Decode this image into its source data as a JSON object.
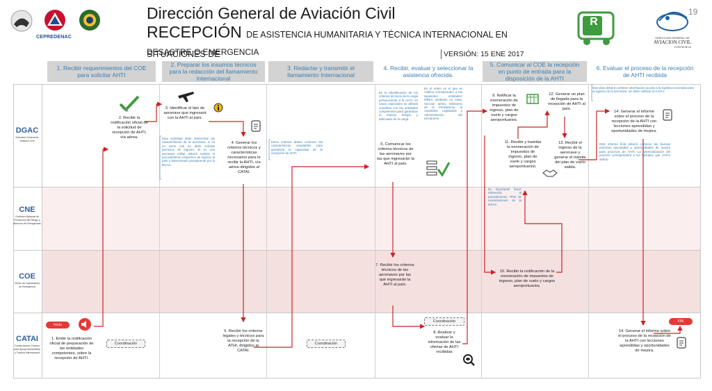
{
  "header": {
    "page_number": "19",
    "title": "Dirección General de Aviación Civil",
    "subtitle_big": "RECEPCIÓN",
    "subtitle_small": "DE ASISTENCIA HUMANITARIA Y TÉCNICA INTERNACIONAL EN SITUACIONES DE",
    "subtitle_line2": "DESASTRE O EMERGENCIA",
    "version": "VERSIÓN: 15 ENE 2017",
    "logo_cepredenac": "CEPREDENAC",
    "logo_right_line1": "DIRECCION GENERAL DE",
    "logo_right_line2": "AVIACION CIVIL",
    "logo_right_line3": "COSTA RICA",
    "r_icon_letter": "R"
  },
  "columns": [
    "1. Recibir requerimientos del COE para solicitar AHTI",
    "2. Preparar los insumos técnicos para la redacción del llamamiento Internacional",
    "3. Redactar y transmitir el llamamiento Internacional",
    "4. Recibir, evaluar y seleccionar la asistencia ofrecida.",
    "5. Comunicar al COE la recepción en punto de entrada para la disposición de la AHTI",
    "6. Evaluar el proceso de la recepción de AHTI recibida"
  ],
  "lanes": [
    {
      "name": "DGAC",
      "desc": "Dirección General de Aviación Civil"
    },
    {
      "name": "CNE",
      "desc": "Comisión Nacional de Prevención del Riesgo y Atención de Emergencias"
    },
    {
      "name": "COE",
      "desc": "Centro de Operaciones de Emergencia"
    },
    {
      "name": "CATAI",
      "desc": "Comité Asesor Técnico para Ayuda Humanitaria y Técnica Internacional"
    }
  ],
  "steps": {
    "s1": "1. Emitir la notificación oficial de preparación de las entidades competentes, sobre la recepción de AHTI.",
    "s2": "2. Recibir la notificación oficial de la solicitud de recepción de AHTI, vía aérea.",
    "s3": "3. Identificar el tipo de aeronave que ingresará con la AHTI al país.",
    "s4": "4. Generar los criterios técnicos y características necesarios para le recibir la AHTI, vía aérea dirigidos al CATAI.",
    "s5": "5. Recibir los criterios legales y técnicos para la recepción de la ATHI, dirigidos al CATAI.",
    "s6": "6. Comunicar los criterios técnicos de las aeronaves por las que ingresarán la AHTI al país.",
    "s7": "7. Recibir los criterios técnicos de las aeronaves por las que ingresarán la AHTI al país.",
    "s8": "8. Analizar y evaluar la información de las ofertas de AHTI recibidas",
    "s9": "9. Notificar la exoneración de impuestos de ingreso, plan de vuelo y cargos aeroportuarios.",
    "s10": "10. Recibir la notificación de la exoneración de impuestos de ingreso, plan de vuelo y cargos aeroportuarios.",
    "s11": "11. Recibir y tramitar la exoneración de impuestos de ingreso, plan de vuelo y cargos aeroportuarios.",
    "s12": "12. Generar un plan de llegada para la recepción de AHTI al país.",
    "s13": "13. Recibir el ingreso de la aeronave y generar el trámite del plan de vuelo salida.",
    "s14a": "14. Generar el informe sobre el proceso de la recepción de la AHTI con lecciones aprendidas y oportunidades de mejora.",
    "s14b": "14. Generar el informe sobre el proceso de la recepción de la AHTI con lecciones aprendidas y oportunidades de mejora."
  },
  "notes": {
    "n_col2": "Esta actividad debe determinar las características de la aeronave, si es un avión civil no debe solicitar permisos de ingreso. Si es una aeronave militar deberá realizar el procedimiento respectivo de ingreso al país y determinado previamente por la DGAC.",
    "n_col3": "Estos criterios deben contener las características aceptables para garantizar la capacidad de la recepción de AHTI.",
    "n_col4a": "En la identificación de los criterios técnicos de la carga perteneciente a la AHTI, en casos especiales se deberá coordinar con las entidades competentes para garantizar el manejo íntegro y adecuado de la carga.",
    "n_col4b": "En el orden en el que se notifica corresponden a las siguientes entidades: MREC mediante un carta, Sección aérea, Ministerio de la Presidencia, la Asamblea Legislativa y Administración del aeropuerto.",
    "n_col5": "Es importante hacer referencia al procedimiento 7P02 de exoneraciones de la DGAC.",
    "n_col6a": "Este plan deberá contener información acorde a la logística necesaria para el ingreso de la aeronave. Se debe notificar al CATAI.",
    "n_col6b": "Este informe final deberá contener las buenas prácticas ejecutadas y oportunidades de mejora para procesos de AHTI. La sistematización del proceso corresponderá a los formatos que CATAI defina."
  },
  "tags": {
    "inicio": "Inicio",
    "fin": "FIN",
    "coord1": "Coordinación",
    "coord2": "Coordinación",
    "coord3": "Coordinación"
  },
  "colors": {
    "header_bar": "#d3d3d3",
    "header_text": "#3b7db0",
    "lane_dgac": "#ffffff",
    "lane_cne": "#fbeeee",
    "lane_coe": "#f5e0e0",
    "lane_catai": "#ffffff",
    "arrow": "#cc2222",
    "lane_name": "#2c5f9e"
  }
}
